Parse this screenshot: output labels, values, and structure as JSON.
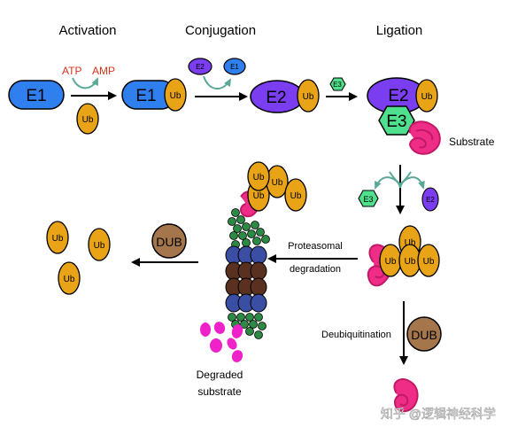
{
  "stages": {
    "activation": "Activation",
    "conjugation": "Conjugation",
    "ligation": "Ligation"
  },
  "enzymes": {
    "e1": "E1",
    "e2": "E2",
    "e3": "E3",
    "ub": "Ub",
    "dub": "DUB"
  },
  "cofactors": {
    "atp": "ATP",
    "amp": "AMP"
  },
  "labels": {
    "substrate": "Substrate",
    "proteasomal_line1": "Proteasomal",
    "proteasomal_line2": "degradation",
    "deubiquitination": "Deubiquitination",
    "degraded_line1": "Degraded",
    "degraded_line2": "substrate"
  },
  "watermark": "知乎 @逻辑神经科学",
  "colors": {
    "e1": "#2f7fef",
    "e2": "#7a3df0",
    "e3": "#4ee08c",
    "ub": "#e8a317",
    "dub": "#a5764c",
    "substrate": "#ef2c86",
    "atp_amp": "#d8331c",
    "proteasome_blue": "#3a4fa3",
    "proteasome_brown": "#5a3020",
    "proteasome_green": "#2d8a45",
    "arrow_teal": "#5aa898"
  }
}
